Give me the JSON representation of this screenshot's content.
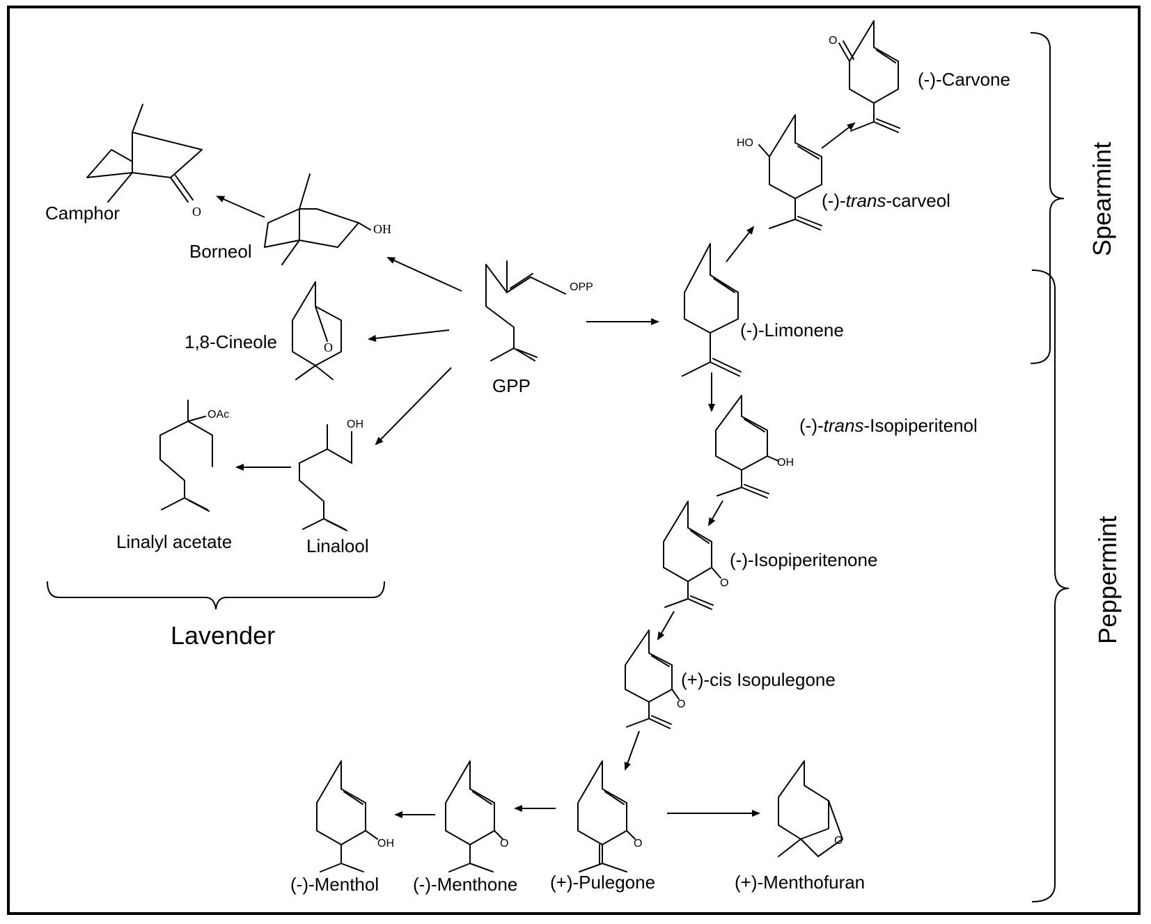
{
  "center": {
    "label": "GPP",
    "group_label": "OPP"
  },
  "compounds": {
    "camphor": {
      "name": "Camphor",
      "atom": "O"
    },
    "borneol": {
      "name": "Borneol",
      "atom": "OH"
    },
    "cineole": {
      "name": "1,8-Cineole",
      "atom": "O"
    },
    "linalool": {
      "name": "Linalool",
      "atom": "OH"
    },
    "linalyl_acetate": {
      "name": "Linalyl acetate",
      "atom": "OAc"
    },
    "limonene": {
      "name": "(-)-Limonene"
    },
    "trans_carveol": {
      "prefix": "(-)-",
      "italic": "trans",
      "suffix": "-carveol",
      "atom": "HO"
    },
    "carvone": {
      "name": "(-)-Carvone",
      "atom": "O"
    },
    "trans_isopiperitenol": {
      "prefix": "(-)-",
      "italic": "trans",
      "suffix": "-Isopiperitenol",
      "atom": "OH"
    },
    "isopiperitenone": {
      "name": "(-)-Isopiperitenone",
      "atom": "O"
    },
    "cis_isopulegone": {
      "name": "(+)-cis Isopulegone",
      "atom": "O"
    },
    "pulegone": {
      "name": "(+)-Pulegone",
      "atom": "O"
    },
    "menthofuran": {
      "name": "(+)-Menthofuran",
      "atom": "O"
    },
    "menthone": {
      "name": "(-)-Menthone",
      "atom": "O"
    },
    "menthol": {
      "name": "(-)-Menthol",
      "atom": "OH"
    }
  },
  "groups": {
    "lavender": "Lavender",
    "spearmint": "Spearmint",
    "peppermint": "Peppermint"
  }
}
